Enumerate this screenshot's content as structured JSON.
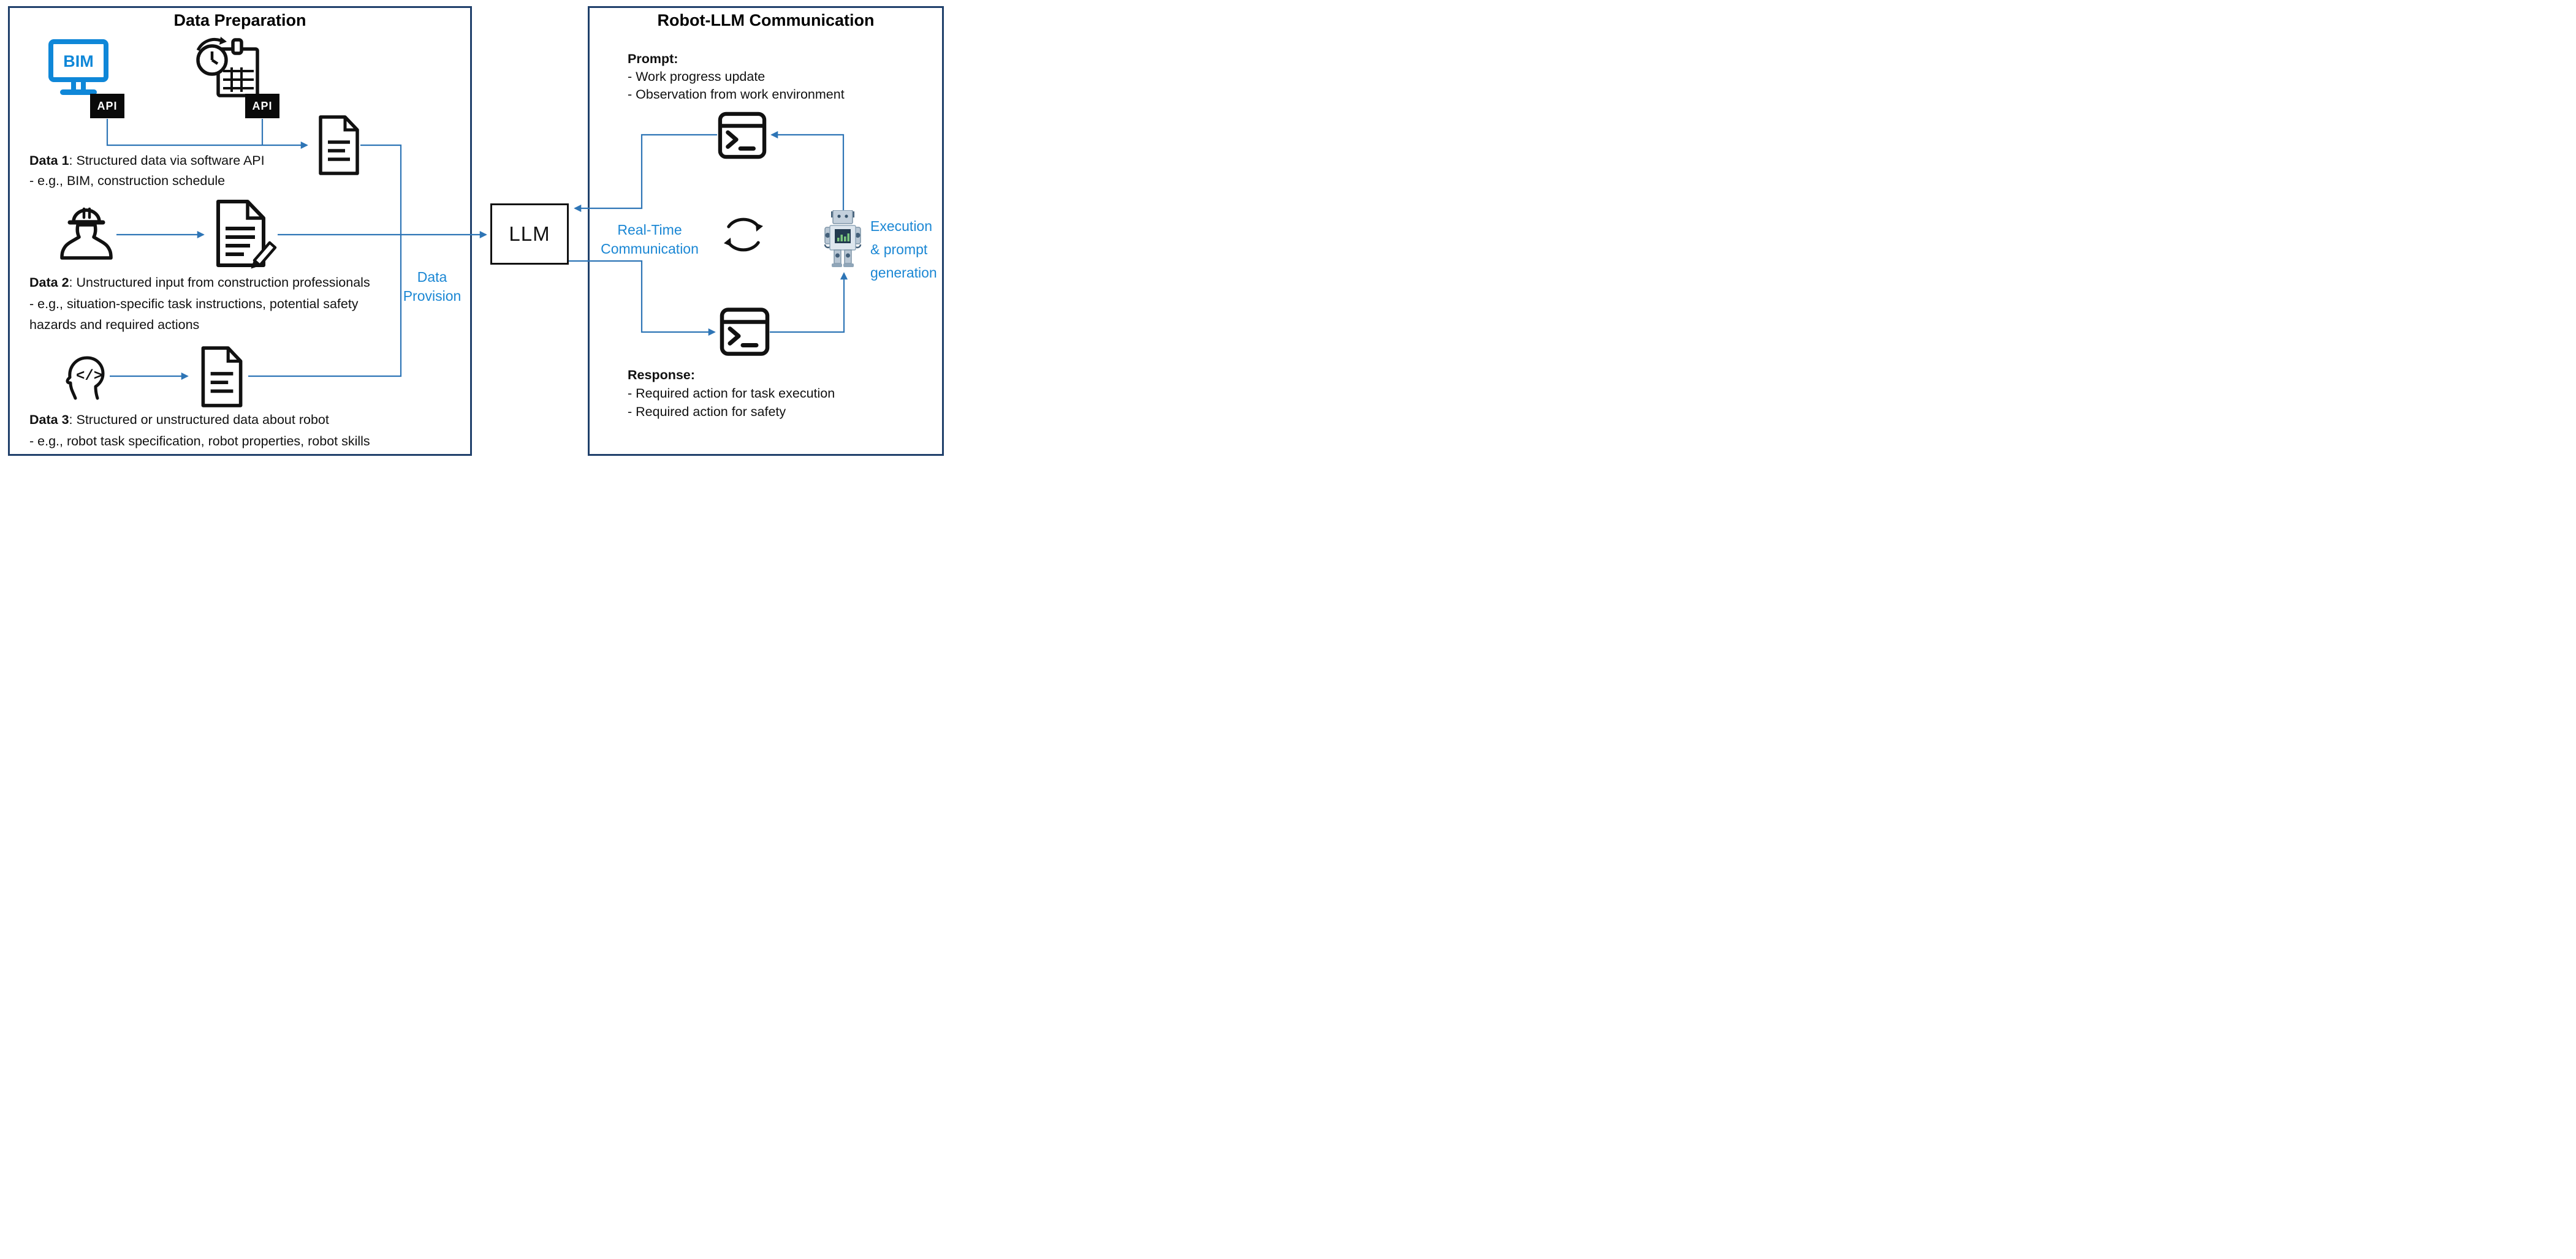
{
  "left_box": {
    "title": "Data Preparation",
    "bim_screen_label": "BIM",
    "api_badge_1": "API",
    "api_badge_2": "API",
    "rows": [
      {
        "bold": "Data 1",
        "rest": ": Structured data via software API",
        "lines": [
          "- e.g., BIM, construction schedule"
        ]
      },
      {
        "bold": "Data 2",
        "rest": ": Unstructured input from construction professionals",
        "lines": [
          "- e.g., situation-specific task instructions, potential safety",
          "hazards and required actions"
        ]
      },
      {
        "bold": "Data 3",
        "rest": ": Structured or unstructured data about robot",
        "lines": [
          "- e.g., robot task specification, robot properties, robot skills"
        ]
      }
    ],
    "provision_line1": "Data",
    "provision_line2": "Provision"
  },
  "llm": {
    "label": "LLM"
  },
  "right_box": {
    "title": "Robot-LLM Communication",
    "prompt_heading": "Prompt:",
    "prompt_items": [
      "- Work progress update",
      "- Observation from work environment"
    ],
    "realtime_line1": "Real-Time",
    "realtime_line2": "Communication",
    "execution_line1": "Execution",
    "execution_line2": "& prompt",
    "execution_line3": "generation",
    "response_heading": "Response:",
    "response_items": [
      "- Required action for task execution",
      "- Required action for safety"
    ]
  },
  "colors": {
    "box_border": "#20406b",
    "arrow_blue": "#2e75b6",
    "label_blue": "#1b87d4",
    "bim_blue": "#0f87d8"
  }
}
